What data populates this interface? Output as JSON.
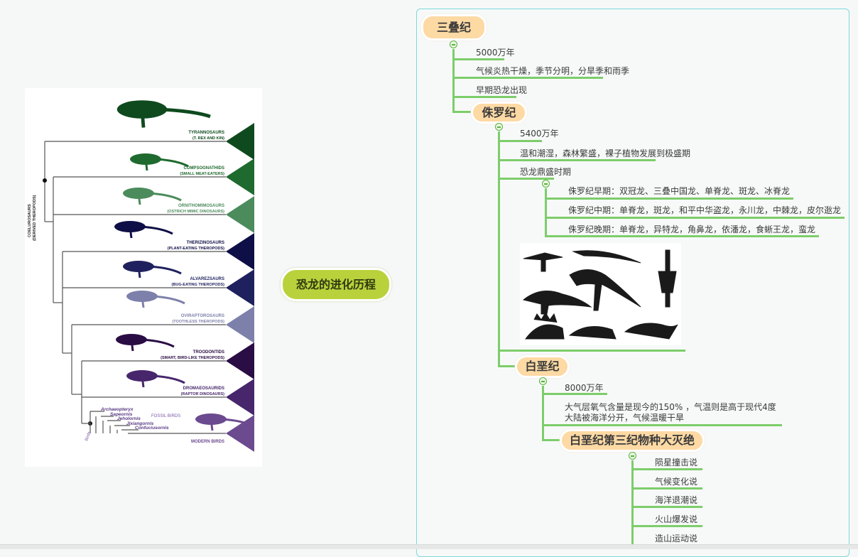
{
  "central_topic": "恐龙的进化历程",
  "triassic": {
    "title": "三叠纪",
    "items": [
      "5000万年",
      "气候炎热干燥，季节分明，分旱季和雨季",
      "早期恐龙出现"
    ]
  },
  "jurassic": {
    "title": "侏罗纪",
    "items": [
      "5400万年",
      "温和潮湿，森林繁盛，裸子植物发展到极盛期",
      "恐龙鼎盛时期"
    ],
    "sub_items": [
      "侏罗纪早期：双冠龙、三叠中国龙、单脊龙、斑龙、冰脊龙",
      "侏罗纪中期：单脊龙，斑龙，和平中华盗龙，永川龙，中棘龙，皮尔逖龙",
      "侏罗纪晚期：单脊龙，异特龙，角鼻龙，依潘龙，食蜥王龙，蛮龙"
    ]
  },
  "cretaceous": {
    "title": "白垩纪",
    "items": [
      "8000万年",
      "大气层氧气含量是现今的150% ，气温则是高于现代4度",
      "大陆被海洋分开，气候温暖干旱"
    ],
    "extinction": {
      "title": "白垩纪第三纪物种大灭绝",
      "items": [
        "陨星撞击说",
        "气候变化说",
        "海洋退潮说",
        "火山爆发说",
        "造山运动说"
      ]
    }
  },
  "cladogram": {
    "root_label": [
      "Coelurosaurs",
      "(Derived Theropods)"
    ],
    "birds_label": "Birds",
    "fossil_birds_label": "Fossil birds",
    "groups": [
      {
        "name": "Tyrannosaurs",
        "desc": "(T. rex and Kin)",
        "color": "#0e4a1e"
      },
      {
        "name": "Compsognathids",
        "desc": "(Small Meat-Eaters)",
        "color": "#1f6a2e"
      },
      {
        "name": "Ornithomimosaurs",
        "desc": "(Ostrich Mimic Dinosaurs)",
        "color": "#4b8b5c"
      },
      {
        "name": "Therizinosaurs",
        "desc": "(Plant-Eating Theropods)",
        "color": "#0e0f46"
      },
      {
        "name": "Alvarezsaurs",
        "desc": "(Bug-Eating Theropods)",
        "color": "#1f215e"
      },
      {
        "name": "Oviraptorosaurs",
        "desc": "(Toothless Theropods)",
        "color": "#7d80aa"
      },
      {
        "name": "Troodontids",
        "desc": "(Smart, Bird-Like Theropods)",
        "color": "#2a0d44"
      },
      {
        "name": "Dromaeosaurids",
        "desc": "(Raptor Dinosaurs)",
        "color": "#47266c"
      },
      {
        "name": "Modern Birds",
        "desc": "",
        "color": "#6b4a8f"
      }
    ],
    "fossil_birds": [
      "Archaeopteryx",
      "Sapeornis",
      "Jeholornis",
      "Jixiangornis",
      "Confuciusornis"
    ]
  }
}
